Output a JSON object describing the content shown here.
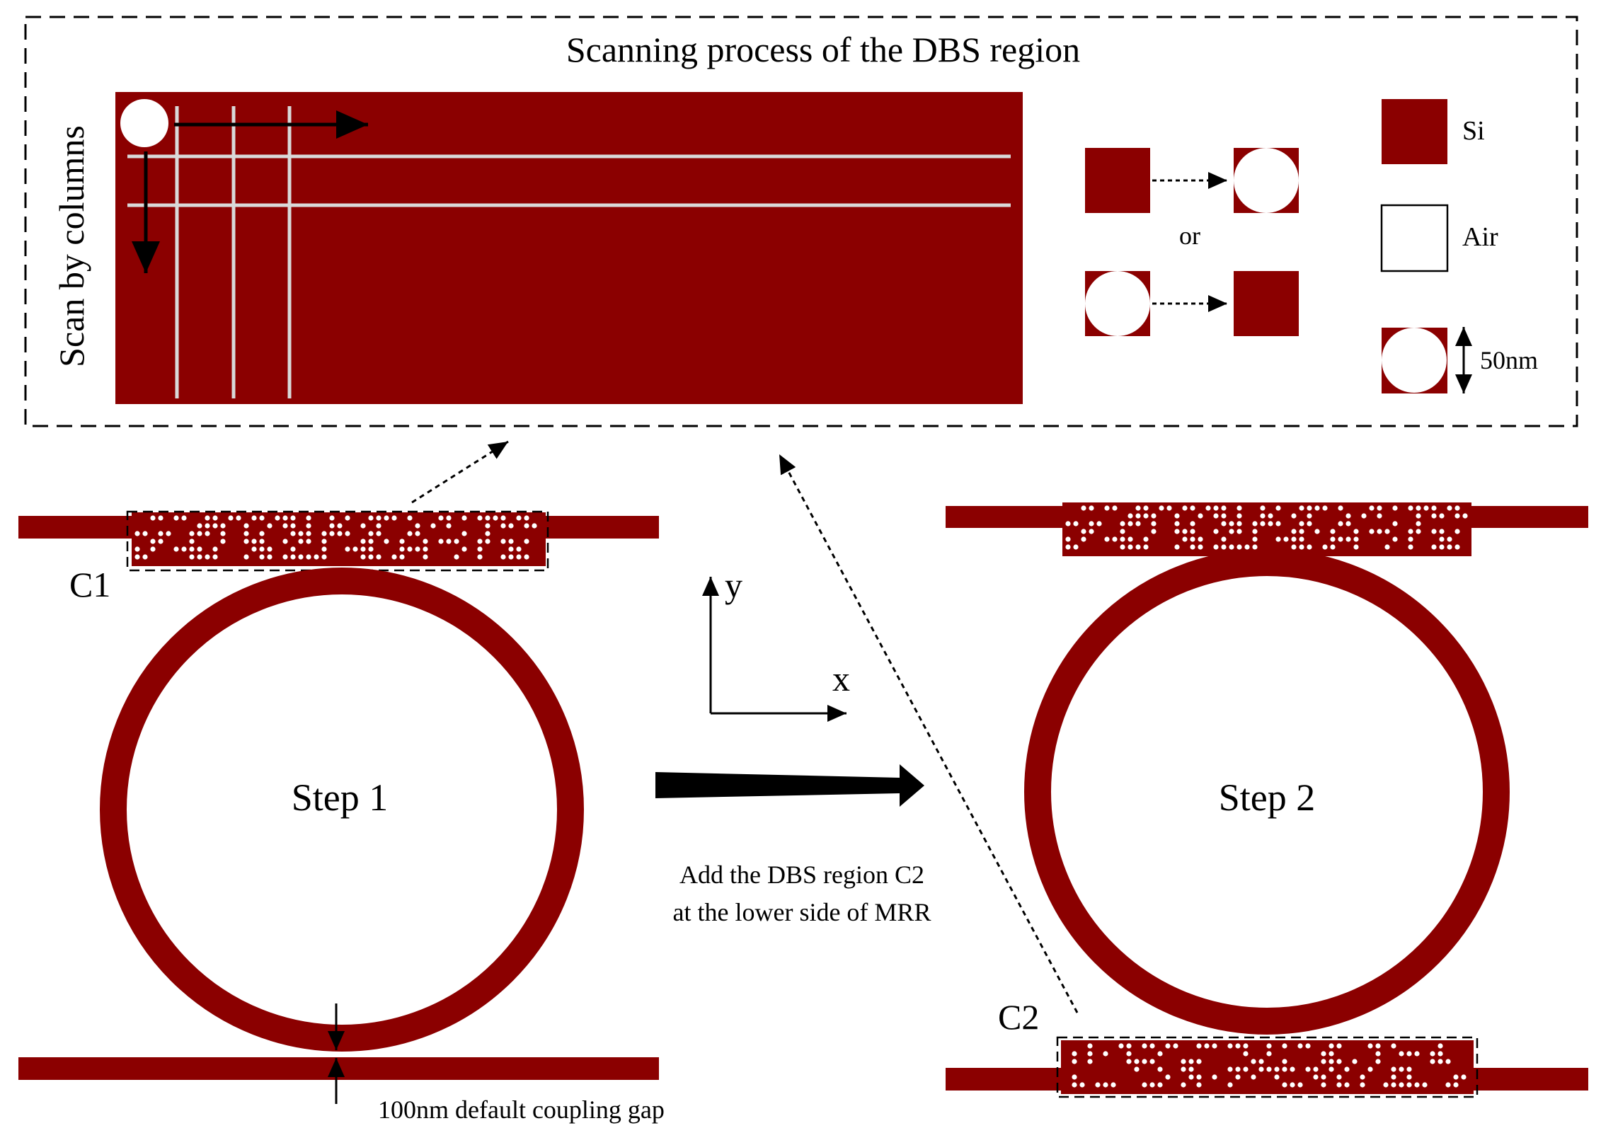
{
  "colors": {
    "silicon": "#8b0000",
    "air": "#ffffff",
    "scan_line": "#d9d9d9",
    "ink": "#000000"
  },
  "top_panel": {
    "title": "Scanning process of the DBS region",
    "scan_label": "Scan by columns",
    "or_label": "or",
    "legend": {
      "si": "Si",
      "air": "Air",
      "size": "50nm"
    }
  },
  "step1": {
    "label": "Step 1",
    "region_label": "C1",
    "gap_label": "100nm default coupling gap"
  },
  "axes": {
    "x": "x",
    "y": "y"
  },
  "transition": {
    "line1": "Add the DBS region C2",
    "line2": "at the lower side of MRR"
  },
  "step2": {
    "label": "Step 2",
    "region_label": "C2"
  }
}
